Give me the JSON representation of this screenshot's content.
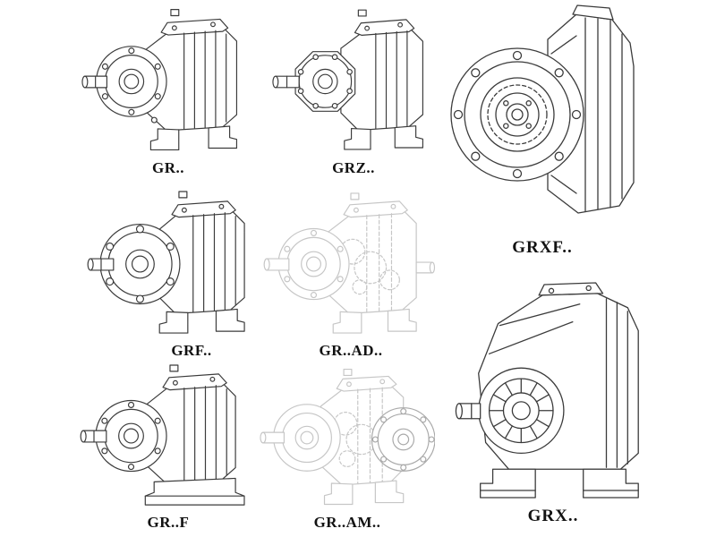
{
  "page": {
    "background": "#ffffff",
    "line_color": "#3b3b3b",
    "ghost_line_color": "#c6c6c6",
    "accent_flange_color": "#a9a9a9"
  },
  "figures": [
    {
      "id": "gr",
      "label": "GR..",
      "style": "solid",
      "description": "foot-mounted helical gear unit, isometric line drawing"
    },
    {
      "id": "grz",
      "label": "GRZ..",
      "style": "solid",
      "description": "foot-mounted helical gear unit with octagonal front plate"
    },
    {
      "id": "grxf",
      "label": "GRXF..",
      "style": "solid",
      "description": "large flange-mounted gear unit, front view"
    },
    {
      "id": "grf",
      "label": "GRF..",
      "style": "solid",
      "description": "flange-mounted helical gear unit with bolt-hole flange"
    },
    {
      "id": "grad",
      "label": "GR..AD..",
      "style": "ghost",
      "description": "gear unit with input adapter, ghosted dashed drawing"
    },
    {
      "id": "grft",
      "label": "GR..F",
      "style": "solid",
      "description": "helical gear unit on base plate"
    },
    {
      "id": "gram",
      "label": "GR..AM..",
      "style": "ghost",
      "description": "gear unit with IEC motor flange, ghosted drawing"
    },
    {
      "id": "grx",
      "label": "GRX..",
      "style": "solid",
      "description": "large foot-mounted gear unit with finned output boss"
    }
  ]
}
